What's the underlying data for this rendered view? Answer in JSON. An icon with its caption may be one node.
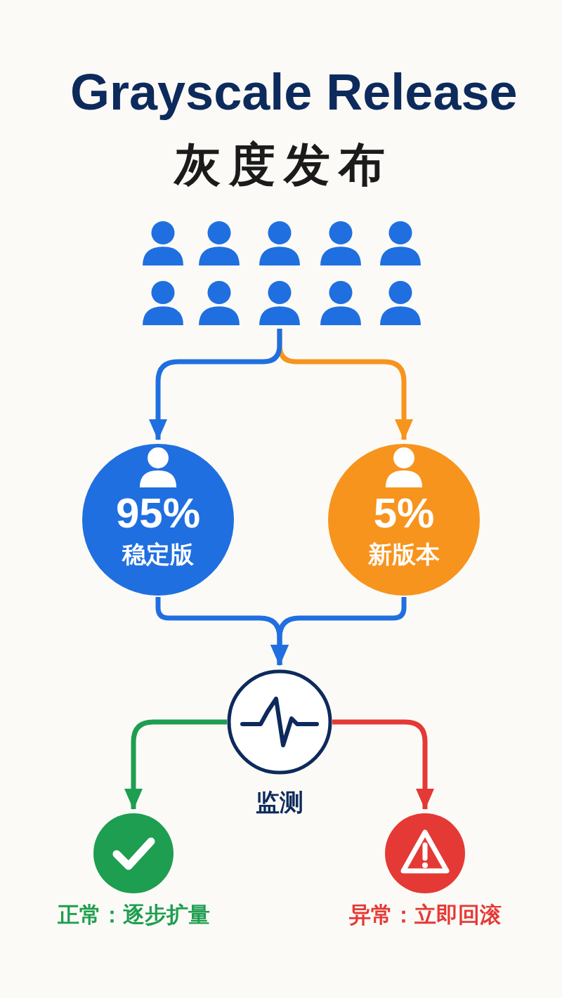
{
  "diagram": {
    "title": "Grayscale Release",
    "nodes": [
      {
        "text": [],
        "shape": "person"
      },
      {
        "text": [],
        "shape": "person"
      },
      {
        "text": [],
        "shape": "person"
      },
      {
        "text": [],
        "shape": "person"
      },
      {
        "text": [],
        "shape": "person"
      },
      {
        "text": [],
        "shape": "person"
      },
      {
        "text": [],
        "shape": "person"
      },
      {
        "text": [],
        "shape": "person"
      },
      {
        "text": [],
        "shape": "person"
      },
      {
        "text": [],
        "shape": "person"
      },
      {
        "text": [
          "95%",
          "稳定版"
        ]
      },
      {
        "text": [
          "5%",
          "新版本"
        ]
      },
      {
        "text": [
          "监测"
        ]
      },
      {
        "text": [
          "正常：逐步扩量"
        ]
      },
      {
        "text": [
          "异常：立即回滚"
        ]
      }
    ],
    "edges": [
      {
        "from": 7,
        "to": 10,
        "arrow": "to"
      },
      {
        "from": 7,
        "to": 11,
        "arrow": "to",
        "color": "#f7941d"
      },
      {
        "from": 10,
        "to": 12,
        "arrow": "to"
      },
      {
        "from": 11,
        "to": 12,
        "arrow": "to"
      },
      {
        "from": 12,
        "to": 13,
        "arrow": "to",
        "color": "#1e9e50"
      },
      {
        "from": 12,
        "to": 14,
        "arrow": "to",
        "color": "#e53935"
      }
    ],
    "labels": [
      "灰度发布"
    ]
  }
}
